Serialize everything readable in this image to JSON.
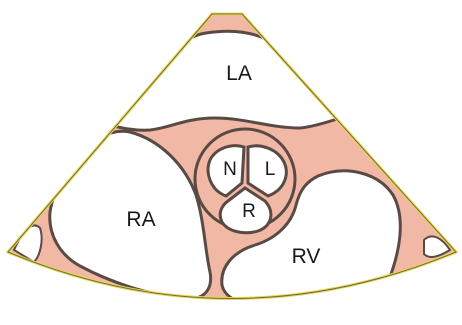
{
  "labels": {
    "left_atrium": "LA",
    "right_atrium": "RA",
    "right_ventricle": "RV",
    "non_coronary_cusp": "N",
    "left_coronary_cusp": "L",
    "right_coronary_cusp": "R"
  },
  "colors": {
    "tissue": "#f2b8a6",
    "chamber": "#ffffff",
    "outline": "#5a4a44",
    "sector_border": "#e8d84a",
    "background": "#ffffff"
  }
}
